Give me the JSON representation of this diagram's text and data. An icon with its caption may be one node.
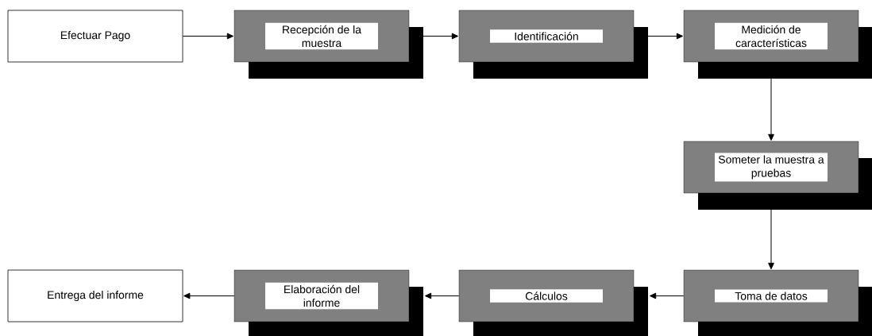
{
  "diagram": {
    "nodes": [
      {
        "text": [
          "Efectuar Pago"
        ]
      },
      {
        "text": [
          "Recepción de la muestra"
        ]
      },
      {
        "text": [
          "Identificación"
        ]
      },
      {
        "text": [
          "Medición de características"
        ]
      },
      {
        "text": [
          "Someter la muestra a pruebas"
        ]
      },
      {
        "text": [
          "Toma de datos"
        ]
      },
      {
        "text": [
          "Cálculos"
        ]
      },
      {
        "text": [
          "Elaboración del informe"
        ]
      },
      {
        "text": [
          "Entrega del informe"
        ]
      }
    ],
    "edges": [
      {
        "from": 0,
        "to": 1,
        "arrow": "to"
      },
      {
        "from": 1,
        "to": 2,
        "arrow": "to"
      },
      {
        "from": 2,
        "to": 3,
        "arrow": "to"
      },
      {
        "from": 3,
        "to": 4,
        "arrow": "to"
      },
      {
        "from": 4,
        "to": 5,
        "arrow": "to"
      },
      {
        "from": 5,
        "to": 6,
        "arrow": "to"
      },
      {
        "from": 6,
        "to": 7,
        "arrow": "to"
      },
      {
        "from": 7,
        "to": 8,
        "arrow": "to"
      }
    ]
  }
}
